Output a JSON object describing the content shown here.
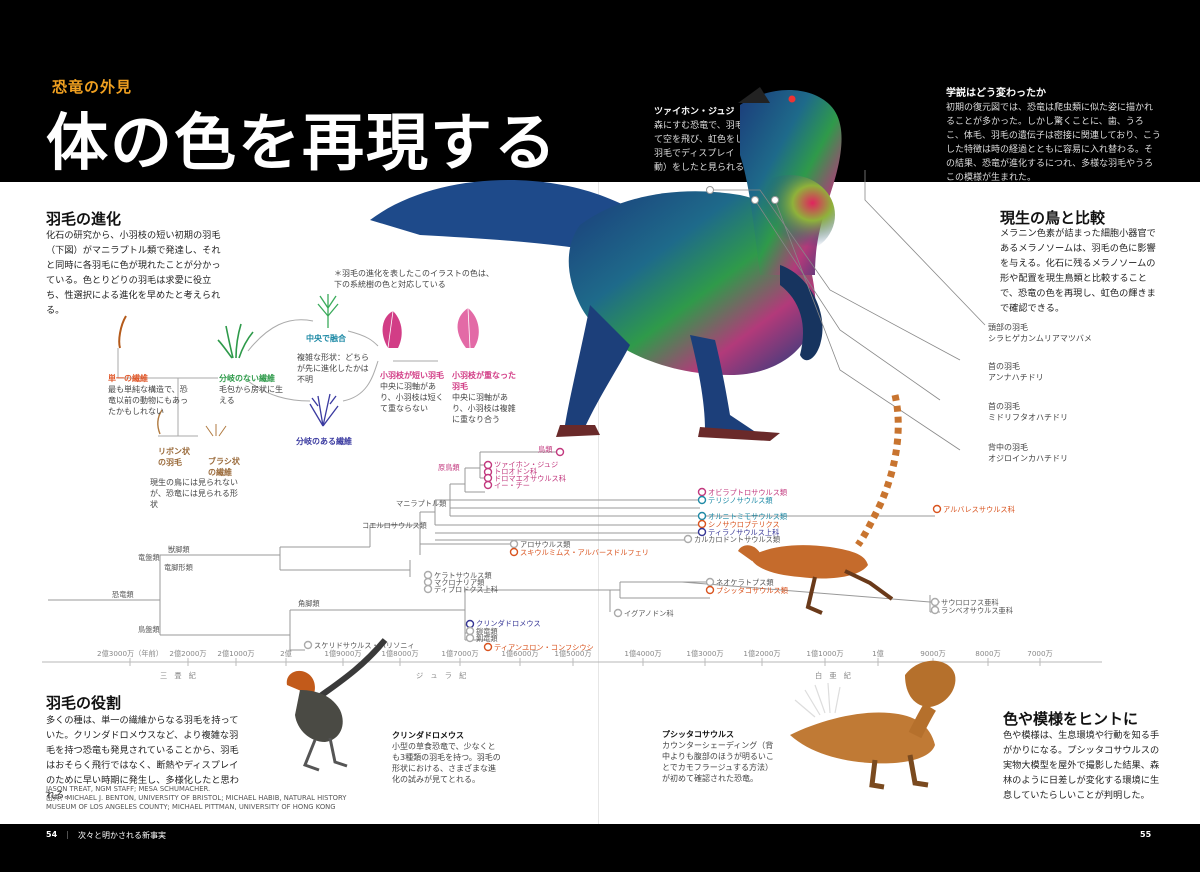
{
  "header": {
    "kicker": "恐竜の外見",
    "title": "体の色を再現する"
  },
  "hero_caption": {
    "name": "ツァイホン・ジュジ",
    "text": "森にすむ恐竜で、羽毛を使って空を飛び、虹色をした胸の羽毛でディスプレイ（誇示行動）をしたと見られる。"
  },
  "theory": {
    "heading": "学説はどう変わったか",
    "text": "初期の復元図では、恐竜は爬虫類に似た姿に描かれることが多かった。しかし驚くことに、歯、うろこ、体毛、羽毛の遺伝子は密接に関連しており、こうした特徴は時の経過とともに容易に入れ替わる。その結果、恐竜が進化するにつれ、多様な羽毛やうろこの模様が生まれた。"
  },
  "evolution": {
    "heading": "羽毛の進化",
    "text": "化石の研究から、小羽枝の短い初期の羽毛（下図）がマニラプトル類で発達し、それと同時に各羽毛に色が現れたことが分かっている。色とりどりの羽毛は求愛に役立ち、性選択による進化を早めたと考えられる。",
    "note": "＊羽毛の進化を表したこのイラストの色は、下の系統樹の色と対応している",
    "stages": {
      "single": {
        "title": "単一の繊維",
        "text": "最も単純な構造で、恐竜以前の動物にもあったかもしれない"
      },
      "ribbon": {
        "title": "リボン状の羽毛",
        "text": "現生の鳥には見られないが、恐竜には見られる形状"
      },
      "brush": {
        "title": "ブラシ状の繊維"
      },
      "unbranched": {
        "title": "分岐のない繊維",
        "text": "毛包から房状に生える"
      },
      "central": {
        "title": "中央で融合"
      },
      "complex": {
        "text": "複雑な形状：どちらが先に進化したかは不明"
      },
      "branched": {
        "title": "分岐のある繊維"
      },
      "short": {
        "title": "小羽枝が短い羽毛",
        "text": "中央に羽軸があり、小羽枝は短くて重ならない"
      },
      "overlap": {
        "title": "小羽枝が重なった羽毛",
        "text": "中央に羽軸があり、小羽枝は複雑に重なり合う"
      }
    }
  },
  "modern": {
    "heading": "現生の鳥と比較",
    "text": "メラニン色素が詰まった細胞小器官であるメラノソームは、羽毛の色に影響を与える。化石に残るメラノソームの形や配置を現生鳥類と比較することで、恐竜の色を再現し、虹色の輝きまで確認できる。",
    "items": [
      {
        "part": "頭部の羽毛",
        "bird": "シラヒゲカンムリアマツバメ"
      },
      {
        "part": "首の羽毛",
        "bird": "アンナハチドリ"
      },
      {
        "part": "首の羽毛",
        "bird": "ミドリフタオハチドリ"
      },
      {
        "part": "背中の羽毛",
        "bird": "オジロインカハチドリ"
      }
    ]
  },
  "tree": {
    "labels": {
      "birds": "鳥類",
      "zhenyuan": "ツァイホン・ジュジ",
      "troodon": "トロオドン科",
      "dromaeo": "ドロマエオサウルス科",
      "yi": "イー・チー",
      "primitive": "原鳥類",
      "oviraptor": "オビラプトロサウルス類",
      "therizino": "テリジノサウルス類",
      "ornithomimo": "オルニトミモサウルス類",
      "sinosauro": "シノサウロプテリクス",
      "tyranno": "ティラノサウルス上科",
      "carcharo": "カルカロドントサウルス類",
      "alvarez": "アルバレスサウルス科",
      "maniraptor": "マニラプトル類",
      "coeluro": "コエルロサウルス類",
      "allosauro": "アロサウルス類",
      "sciurumimus": "スキウルミムス・アルバースドルフェリ",
      "ceratosauro": "ケラトサウルス類",
      "macronaria": "マクロナリア類",
      "diplodo": "ディプロドクス上科",
      "beast": "獣脚類",
      "dragon": "竜盤類",
      "sauropodo": "竜脚形類",
      "dino": "恐竜類",
      "bird_hip": "鳥盤類",
      "horned": "角脚類",
      "scelido": "スケリドサウルス・ハリソニィ",
      "kulinda": "クリンダドロメウス",
      "iguanodon": "イグアノドン科",
      "neocerat": "ネオケラトプス類",
      "psittaco": "プシッタコサウルス類",
      "sauropelta": "サウロロフス亜科",
      "lambeo": "ランベオサウルス亜科",
      "tianyulong": "ティアンユロン・コンフシウシ",
      "armored": "鎧竜類",
      "sword": "剣竜類"
    },
    "axis": {
      "ticks": [
        "2億3000万（年前）",
        "2億2000万",
        "2億1000万",
        "2億",
        "1億9000万",
        "1億8000万",
        "1億7000万",
        "1億6000万",
        "1億5000万",
        "1億4000万",
        "1億3000万",
        "1億2000万",
        "1億1000万",
        "1億",
        "9000万",
        "8000万",
        "7000万"
      ],
      "periods": [
        "三　畳　紀",
        "ジ　ュ　ラ　紀",
        "白　亜　紀"
      ]
    }
  },
  "roles": {
    "heading": "羽毛の役割",
    "text": "多くの種は、単一の繊維からなる羽毛を持っていた。クリンダドロメウスなど、より複雑な羽毛を持つ恐竜も発見されていることから、羽毛はおそらく飛行ではなく、断熱やディスプレイのために早い時期に発生し、多様化したと思われる。"
  },
  "kulinda_caption": {
    "name": "クリンダドロメウス",
    "text": "小型の草食恐竜で、少なくとも3種類の羽毛を持つ。羽毛の形状における、さまざまな進化の試みが見てとれる。"
  },
  "psittaco_caption": {
    "name": "プシッタコサウルス",
    "text": "カウンターシェーディング（背中よりも腹部のほうが明るいことでカモフラージュする方法）が初めて確認された恐竜。"
  },
  "pattern": {
    "heading": "色や模様をヒントに",
    "text": "色や模様は、生息環境や行動を知る手がかりになる。プシッタコサウルスの実物大模型を屋外で撮影した結果、森林のように日差しが変化する環境に生息していたらしいことが判明した。"
  },
  "credits": {
    "line1": "JASON TREAT, NGM STAFF; MESA SCHUMACHER.",
    "line2": "出典：MICHAEL J. BENTON, UNIVERSITY OF BRISTOL; MICHAEL HABIB, NATURAL HISTORY",
    "line3": "MUSEUM OF LOS ANGELES COUNTY; MICHAEL PITTMAN, UNIVERSITY OF HONG KONG"
  },
  "footer": {
    "page_left": "54",
    "section": "次々と明かされる新事実",
    "page_right": "55"
  },
  "colors": {
    "accent_orange": "#f0a020",
    "pink": "#d23d86",
    "teal": "#1e8aa6",
    "green": "#2e9a4a",
    "navy": "#3a3aa0",
    "orange": "#e0582a"
  }
}
